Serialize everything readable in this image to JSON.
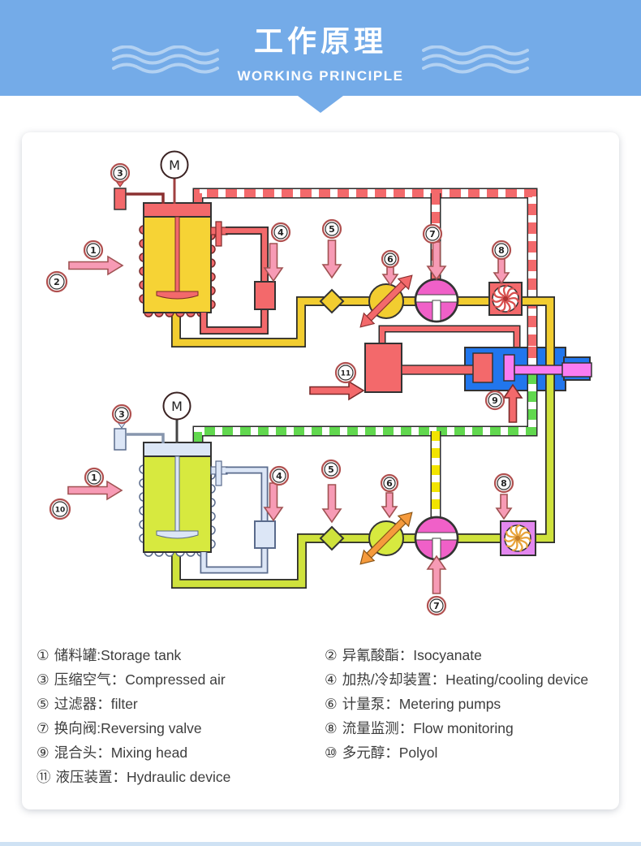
{
  "header": {
    "title": "工作原理",
    "subtitle": "WORKING PRINCIPLE"
  },
  "diagram": {
    "motor_label": "M",
    "markers": {
      "m1": "1",
      "m2": "2",
      "m3": "3",
      "m4": "4",
      "m5": "5",
      "m6": "6",
      "m7": "7",
      "m8": "8",
      "m9": "9",
      "m10": "10",
      "m11": "11"
    }
  },
  "legend": {
    "left": [
      {
        "num": "①",
        "label": "储料罐:Storage tank"
      },
      {
        "num": "③",
        "label": "压缩空气：Compressed air"
      },
      {
        "num": "⑤",
        "label": "过滤器：filter"
      },
      {
        "num": "⑦",
        "label": "换向阀:Reversing valve"
      },
      {
        "num": "⑨",
        "label": "混合头：Mixing head"
      },
      {
        "num": "⑪",
        "label": "液压装置：Hydraulic device"
      }
    ],
    "right": [
      {
        "num": "②",
        "label": "异氰酸酯：Isocyanate"
      },
      {
        "num": "④",
        "label": "加热/冷却装置：Heating/cooling device"
      },
      {
        "num": "⑥",
        "label": "计量泵：Metering pumps"
      },
      {
        "num": "⑧",
        "label": "流量监测：Flow monitoring"
      },
      {
        "num": "⑩",
        "label": "多元醇：Polyol"
      }
    ]
  },
  "colors": {
    "banner_blue": "#74abe8",
    "salmon": "#f3696b",
    "tank_yellow": "#f6d335",
    "tank_green": "#d7e93f",
    "pipe_yellow": "#f2cd30",
    "pipe_yellowgreen": "#cfe23c",
    "dash_green": "#61d84e",
    "dash_yellow": "#f2e400",
    "valve_pink": "#f060c8",
    "piston_magenta": "#fa7cf2",
    "head_blue": "#2176ed",
    "monitor_purple": "#e387ef",
    "pump_orange": "#f59a3c",
    "light_blue": "#dce6f6",
    "bottom_bar": "#cfe2f4"
  }
}
